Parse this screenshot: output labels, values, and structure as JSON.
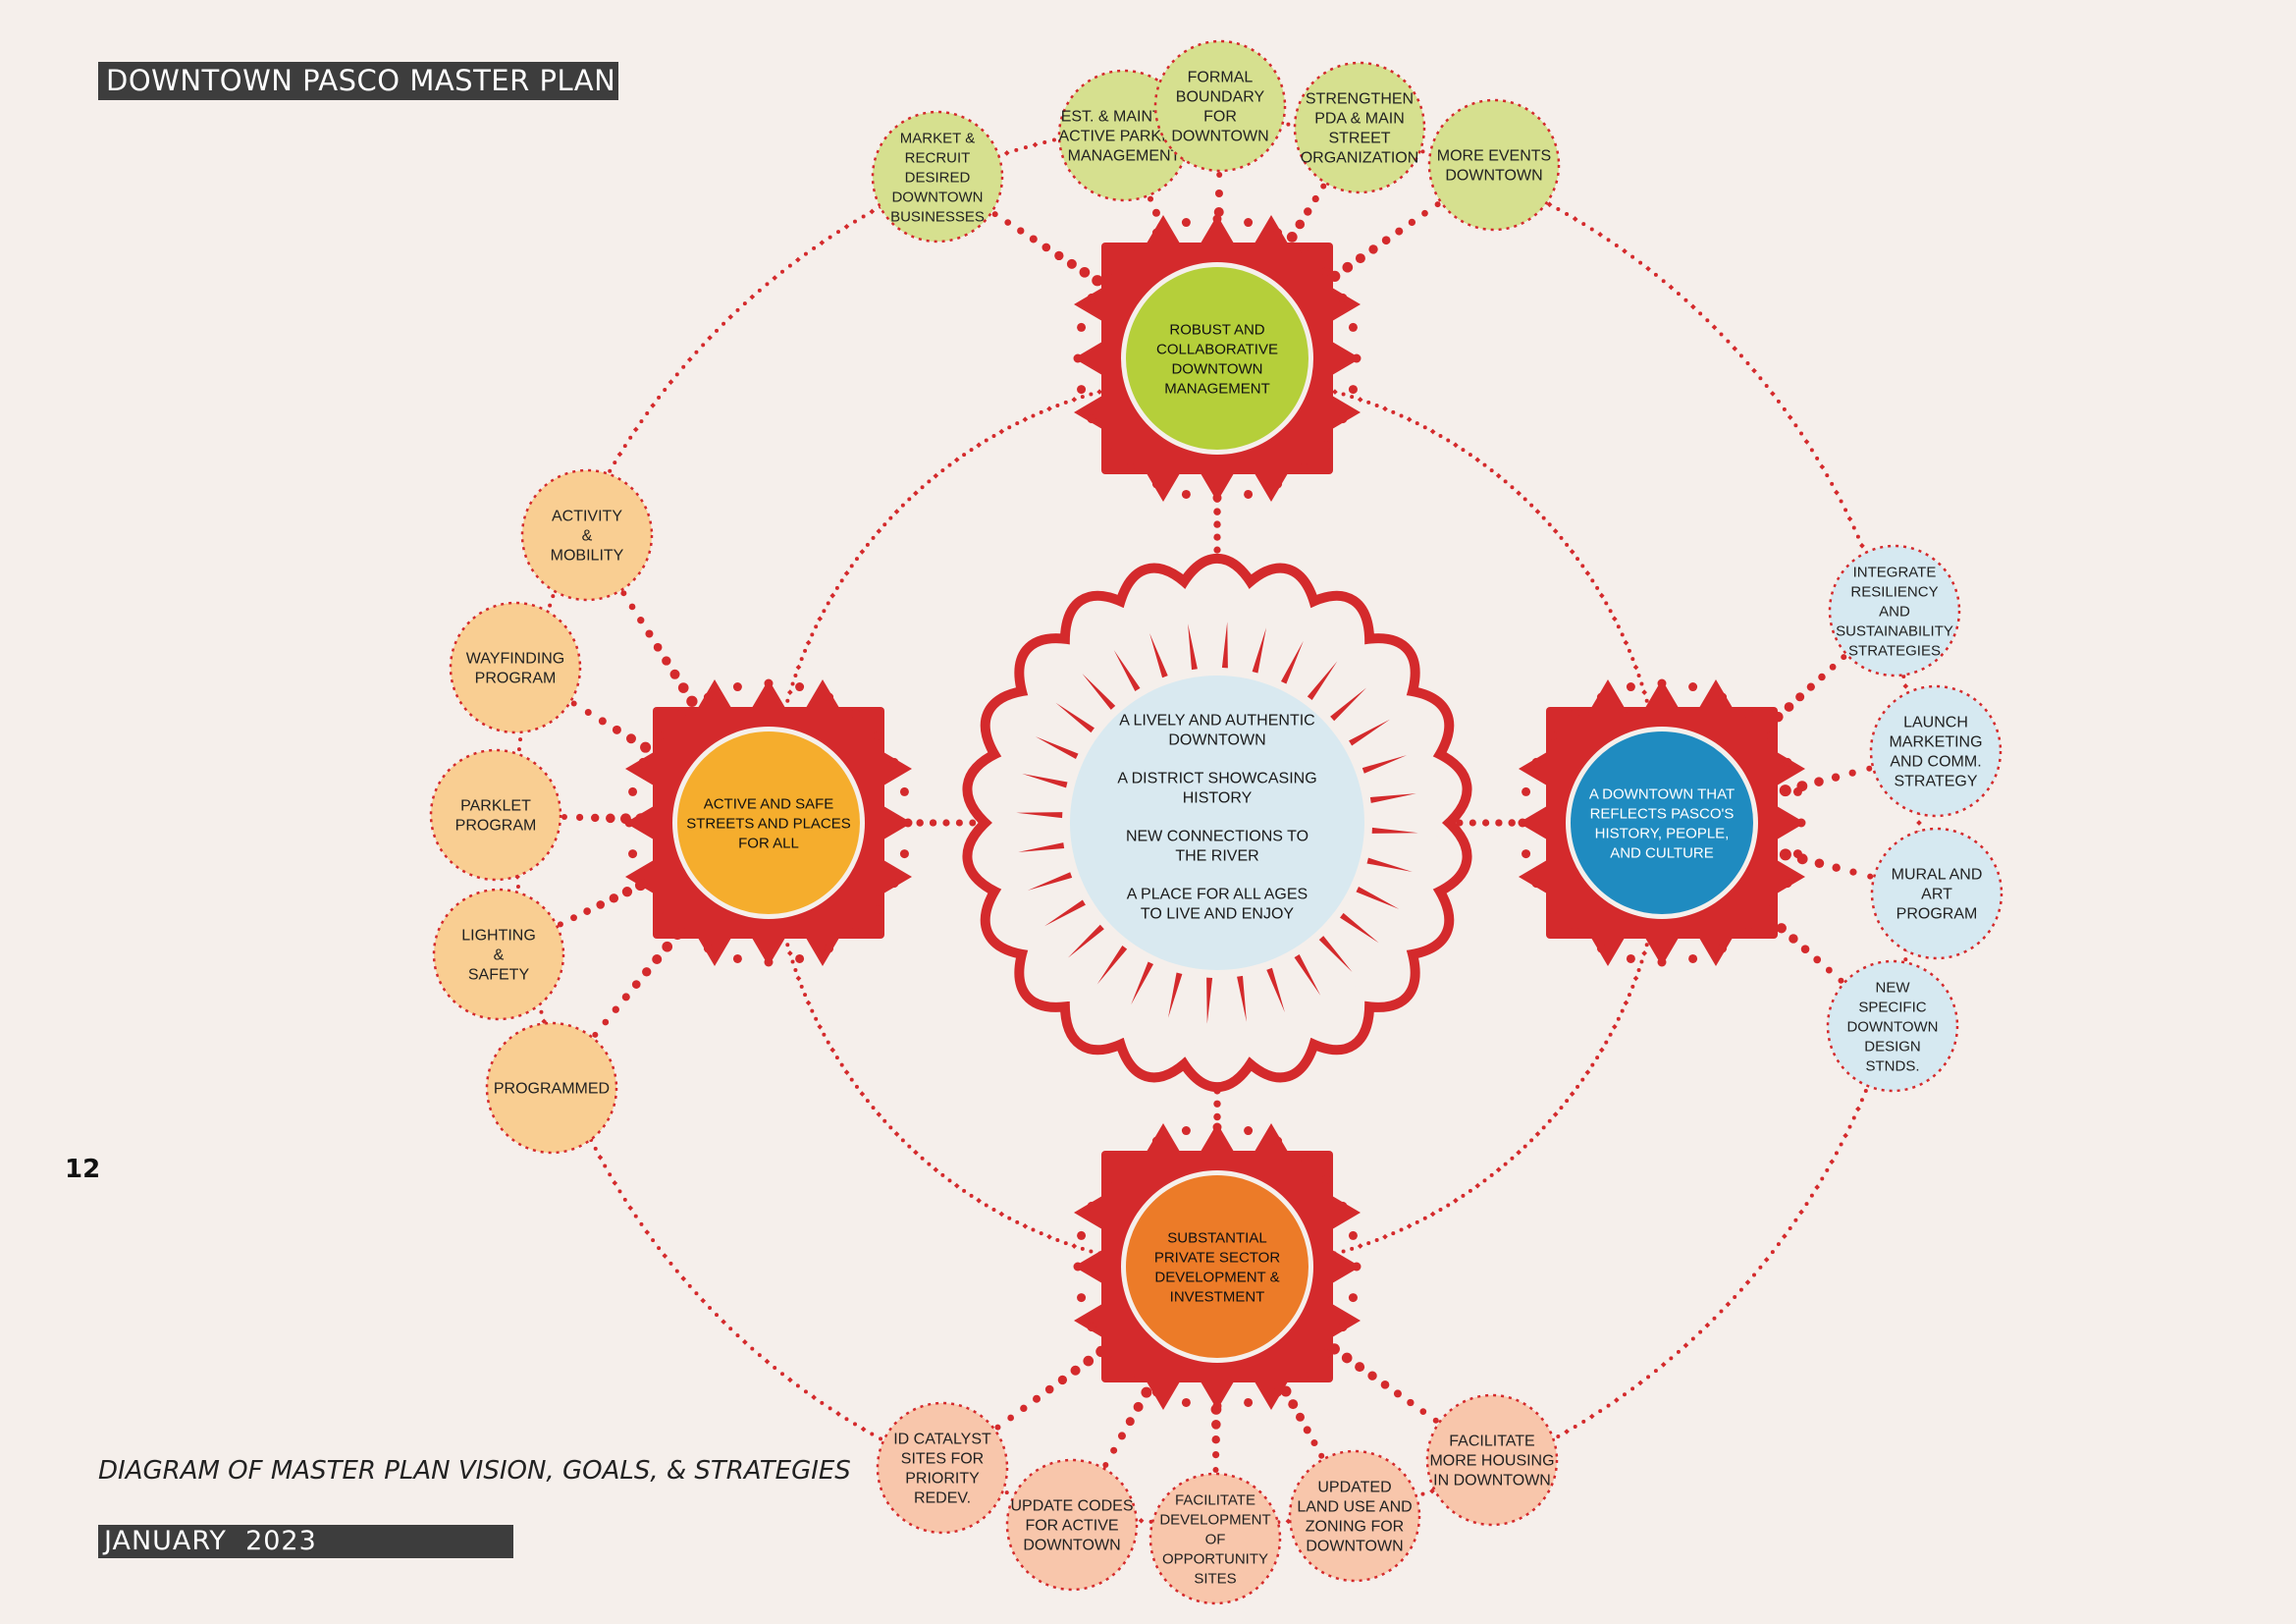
{
  "header": {
    "title": "DOWNTOWN PASCO MASTER PLAN"
  },
  "footer": {
    "page_number": "12",
    "caption": "DIAGRAM OF MASTER PLAN VISION, GOALS, & STRATEGIES",
    "date": "JANUARY  2023"
  },
  "colors": {
    "background": "#f5efeb",
    "accent_red": "#d42a2c",
    "vision_fill": "#d9e9f0",
    "management": "#b5cf3a",
    "management_strategy": "#d6e08f",
    "streets": "#f5ad2d",
    "streets_strategy": "#f9ce92",
    "culture": "#1f8bc0",
    "culture_strategy": "#d6e9f1",
    "development": "#ec7b28",
    "development_strategy": "#f8c6ab"
  },
  "vision": {
    "lines": [
      [
        "A LIVELY AND AUTHENTIC",
        "DOWNTOWN"
      ],
      [
        "A DISTRICT SHOWCASING",
        "HISTORY"
      ],
      [
        "NEW CONNECTIONS TO",
        "THE RIVER"
      ],
      [
        "A PLACE FOR ALL AGES",
        "TO LIVE AND ENJOY"
      ]
    ]
  },
  "goals": [
    {
      "id": "management",
      "label": [
        "ROBUST AND",
        "COLLABORATIVE",
        "DOWNTOWN",
        "MANAGEMENT"
      ],
      "strategies": [
        [
          "MARKET &",
          "RECRUIT",
          "DESIRED",
          "DOWNTOWN",
          "BUSINESSES"
        ],
        [
          "EST. & MAINTAIN",
          "ACTIVE PARKING",
          "MANAGEMENT"
        ],
        [
          "FORMAL",
          "BOUNDARY",
          "FOR",
          "DOWNTOWN"
        ],
        [
          "STRENGTHEN",
          "PDA & MAIN",
          "STREET",
          "ORGANIZATION"
        ],
        [
          "MORE EVENTS",
          "DOWNTOWN"
        ]
      ]
    },
    {
      "id": "streets",
      "label": [
        "ACTIVE AND SAFE",
        "STREETS AND PLACES",
        "FOR ALL"
      ],
      "strategies": [
        [
          "ACTIVITY",
          "&",
          "MOBILITY"
        ],
        [
          "WAYFINDING",
          "PROGRAM"
        ],
        [
          "PARKLET",
          "PROGRAM"
        ],
        [
          "LIGHTING",
          "&",
          "SAFETY"
        ],
        [
          "PROGRAMMED"
        ]
      ]
    },
    {
      "id": "culture",
      "label": [
        "A DOWNTOWN THAT",
        "REFLECTS PASCO'S",
        "HISTORY, PEOPLE,",
        "AND CULTURE"
      ],
      "strategies": [
        [
          "INTEGRATE",
          "RESILIENCY",
          "AND",
          "SUSTAINABILITY",
          "STRATEGIES"
        ],
        [
          "LAUNCH",
          "MARKETING",
          "AND COMM.",
          "STRATEGY"
        ],
        [
          "MURAL AND",
          "ART",
          "PROGRAM"
        ],
        [
          "NEW",
          "SPECIFIC",
          "DOWNTOWN",
          "DESIGN",
          "STNDS."
        ]
      ]
    },
    {
      "id": "development",
      "label": [
        "SUBSTANTIAL",
        "PRIVATE SECTOR",
        "DEVELOPMENT &",
        "INVESTMENT"
      ],
      "strategies": [
        [
          "ID CATALYST",
          "SITES FOR",
          "PRIORITY",
          "REDEV."
        ],
        [
          "UPDATE CODES",
          "FOR ACTIVE",
          "DOWNTOWN"
        ],
        [
          "FACILITATE",
          "DEVELOPMENT",
          "OF",
          "OPPORTUNITY",
          "SITES"
        ],
        [
          "UPDATED",
          "LAND USE AND",
          "ZONING FOR",
          "DOWNTOWN"
        ],
        [
          "FACILITATE",
          "MORE HOUSING",
          "IN DOWNTOWN"
        ]
      ]
    }
  ]
}
